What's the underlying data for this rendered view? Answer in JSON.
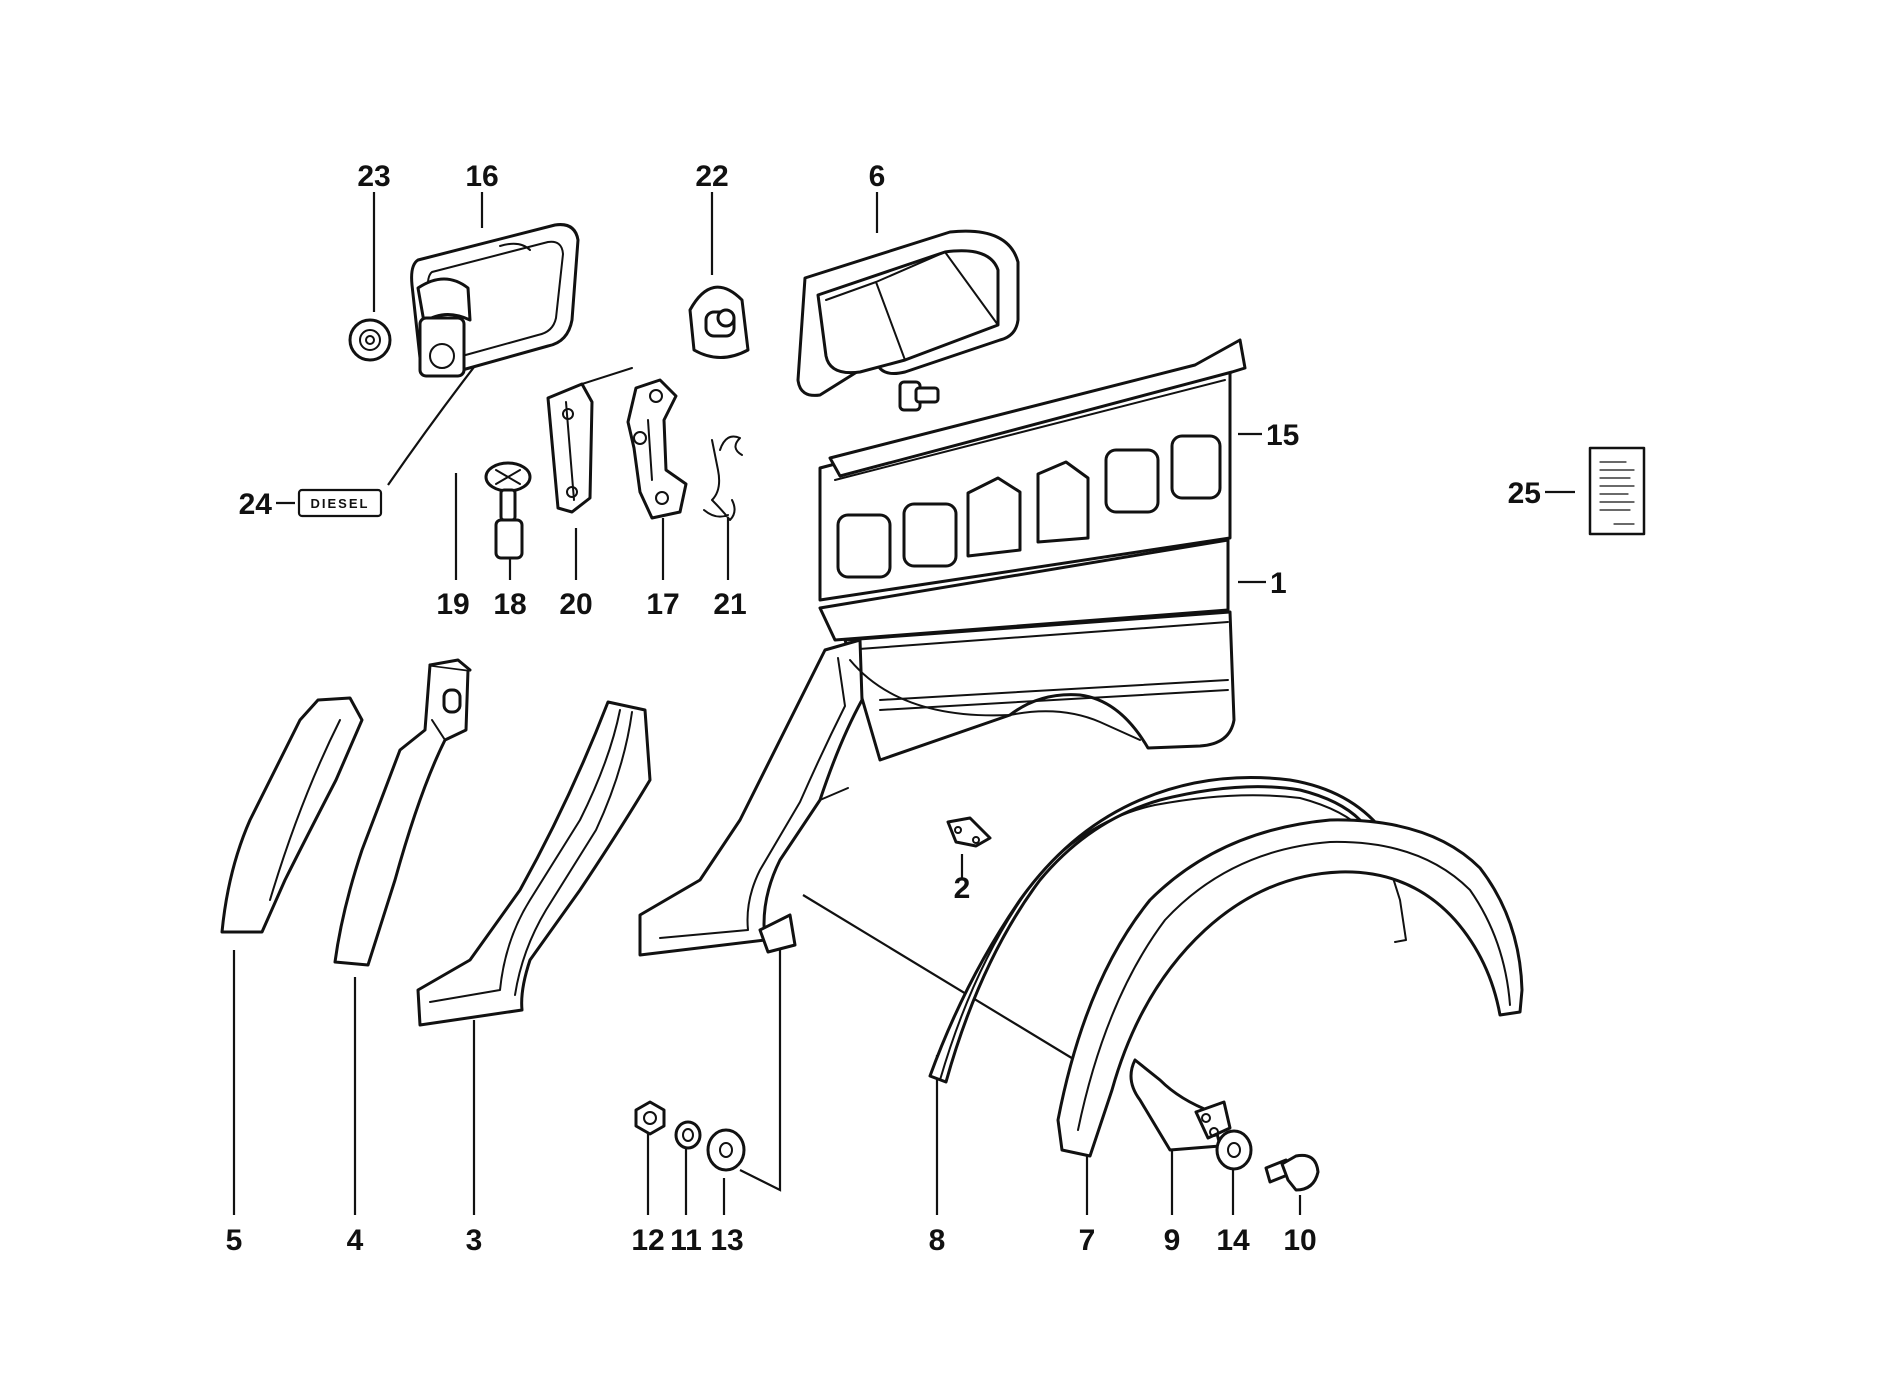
{
  "diagram": {
    "callouts": {
      "p1": "1",
      "p2": "2",
      "p3": "3",
      "p4": "4",
      "p5": "5",
      "p6": "6",
      "p7": "7",
      "p8": "8",
      "p9": "9",
      "p10": "10",
      "p11": "11",
      "p12": "12",
      "p13": "13",
      "p14": "14",
      "p15": "15",
      "p16": "16",
      "p17": "17",
      "p18": "18",
      "p19": "19",
      "p20": "20",
      "p21": "21",
      "p22": "22",
      "p23": "23",
      "p24": "24",
      "p25": "25"
    },
    "decal_text": "DIESEL"
  }
}
